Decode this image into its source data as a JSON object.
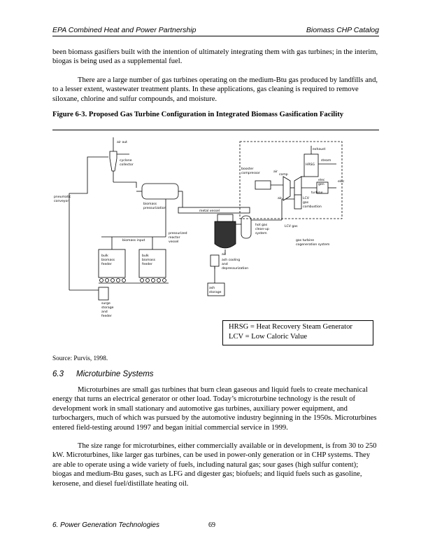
{
  "header": {
    "left": "EPA Combined Heat and Power Partnership",
    "right": "Biomass CHP Catalog"
  },
  "paragraphs": {
    "p1": "been biomass gasifiers built with the intention of ultimately integrating them with gas turbines; in the interim, biogas is being used as a supplemental fuel.",
    "p2": "There are a large number of gas turbines operating on the medium-Btu gas produced by landfills and, to a lesser extent, wastewater treatment plants. In these applications, gas cleaning is required to remove siloxane, chlorine and sulfur compounds, and moisture.",
    "p3": "Microturbines are small gas turbines that burn clean gaseous and liquid fuels to create mechanical energy that turns an electrical generator or other load. Today’s microturbine technology is the result of development work in small stationary and automotive gas turbines, auxiliary power equipment, and turbochargers, much of which was pursued by the automotive industry beginning in the 1950s. Microturbines entered field-testing around 1997 and began initial commercial service in 1999.",
    "p4": "The size range for microturbines, either commercially available or in development, is from 30 to 250 kW. Microturbines, like larger gas turbines, can be used in power-only generation or in CHP systems. They are able to operate using a wide variety of fuels, including natural gas; sour gases (high sulfur content); biogas and medium-Btu gases, such as LFG and digester gas; biofuels; and liquid fuels such as gasoline, kerosene, and diesel fuel/distillate heating oil."
  },
  "figure": {
    "title": "Figure 6-3. Proposed Gas Turbine Configuration in Integrated Biomass Gasification Facility",
    "labels": {
      "air_out": "air out",
      "cyclone1": "cyclone",
      "cyclone2": "collector",
      "pneumatic1": "pneumatic",
      "pneumatic2": "conveyor",
      "biomass_press1": "biomass",
      "biomass_press2": "pressurization",
      "metal_vessel": "metal vessel",
      "biomass_input": "biomass input",
      "bulk_a1": "bulk",
      "bulk_a2": "biomass",
      "bulk_a3": "feeder",
      "bulk_b1": "bulk",
      "bulk_b2": "biomass",
      "bulk_b3": "feeder",
      "pressurized1": "pressurized",
      "pressurized2": "reactor",
      "pressurized3": "vessel",
      "surge1": "surge",
      "surge2": "storage",
      "surge3": "and",
      "surge4": "feeder",
      "booster1": "booster",
      "booster2": "compressor",
      "air_top": "air",
      "comp": "comp",
      "air_bottom": "air",
      "exhaust": "exhaust",
      "hrsg": "HRSG",
      "steam": "steam",
      "elec_gen1": "elec",
      "elec_gen2": "gen",
      "elec": "elec",
      "turbine": "turbine",
      "lcv1": "LCV",
      "lcv2": "gas",
      "lcv3": "combustion",
      "hot_gas1": "hot gas",
      "hot_gas2": "clean-up",
      "hot_gas3": "system",
      "lcv_gas": "LCV gas",
      "gt_cogen1": "gas turbine",
      "gt_cogen2": "cogeneration system",
      "air_reactor": "air",
      "ash_cooling1": "ash cooling",
      "ash_cooling2": "and",
      "ash_cooling3": "depressurization",
      "ash_storage1": "ash",
      "ash_storage2": "storage"
    },
    "legend": {
      "line1": "HRSG = Heat Recovery Steam Generator",
      "line2": "LCV = Low Caloric Value"
    },
    "source": "Source: Purvis, 1998."
  },
  "section": {
    "number": "6.3",
    "title": "Microturbine Systems"
  },
  "footer": {
    "left": "6. Power Generation Technologies",
    "page": "69"
  }
}
